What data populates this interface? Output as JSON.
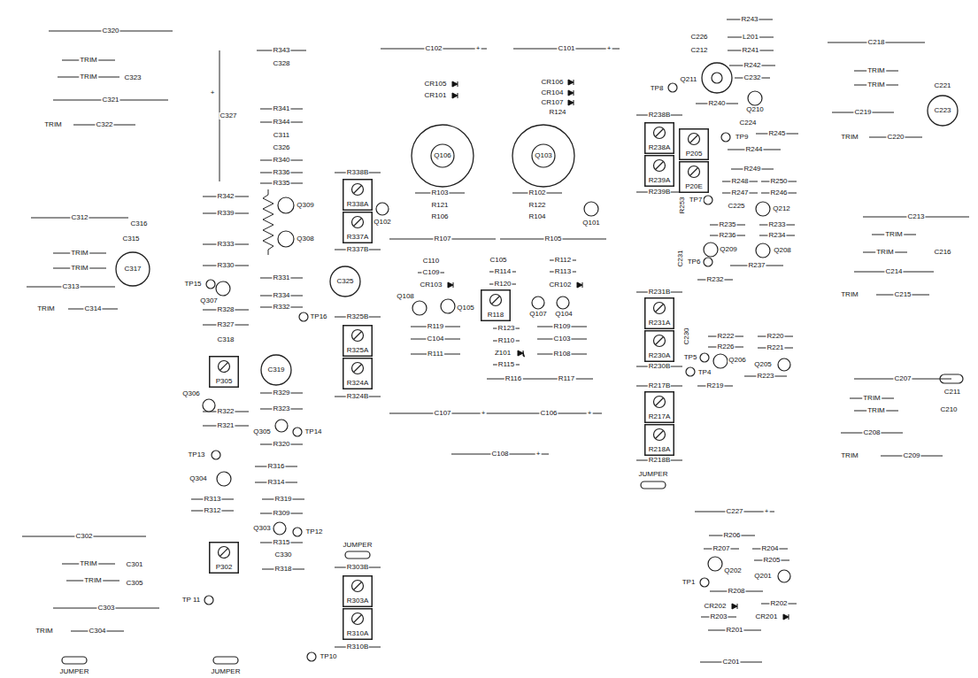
{
  "diagram": {
    "nodes": [
      {
        "text": [
          "Q106"
        ]
      },
      {
        "text": [
          "Q103"
        ]
      },
      {
        "text": [
          "C317"
        ]
      },
      {
        "text": [
          "C319"
        ]
      },
      {
        "text": [
          "C325"
        ]
      },
      {
        "text": [
          "C223"
        ]
      },
      {
        "text": [
          "P305"
        ]
      },
      {
        "text": [
          "P302"
        ]
      },
      {
        "text": [
          "R338A"
        ]
      },
      {
        "text": [
          "R337A"
        ]
      },
      {
        "text": [
          "R325A"
        ]
      },
      {
        "text": [
          "R324A"
        ]
      },
      {
        "text": [
          "R303A"
        ]
      },
      {
        "text": [
          "R310A"
        ]
      },
      {
        "text": [
          "R118"
        ]
      },
      {
        "text": [
          "R238A"
        ]
      },
      {
        "text": [
          "R239A"
        ]
      },
      {
        "text": [
          "P205"
        ]
      },
      {
        "text": [
          "P20E"
        ]
      },
      {
        "text": [
          "R231A"
        ]
      },
      {
        "text": [
          "R230A"
        ]
      },
      {
        "text": [
          "R217A"
        ]
      },
      {
        "text": [
          "R218A"
        ]
      }
    ],
    "labels": [
      "C320",
      "TRIM",
      "TRIM",
      "C323",
      "C321",
      "TRIM",
      "C322",
      "C312",
      "C316",
      "C315",
      "TRIM",
      "TRIM",
      "C313",
      "TRIM",
      "C314",
      "C302",
      "TRIM",
      "C301",
      "TRIM",
      "C305",
      "C303",
      "TRIM",
      "C304",
      "JUMPER",
      "R343",
      "C328",
      "+",
      "C327",
      "R341",
      "R344",
      "C311",
      "C326",
      "R340",
      "R336",
      "R335",
      "R342",
      "R339",
      "Q309",
      "Q308",
      "R333",
      "R330",
      "R331",
      "R334",
      "R332",
      "TP16",
      "TP15",
      "Q307",
      "R328",
      "R327",
      "C318",
      "Q306",
      "R329",
      "R322",
      "R323",
      "R321",
      "Q305",
      "TP14",
      "R320",
      "TP13",
      "R316",
      "Q304",
      "R314",
      "R313",
      "R319",
      "R312",
      "R309",
      "Q303",
      "TP12",
      "R315",
      "C330",
      "R318",
      "TP 11",
      "JUMPER",
      "R338B",
      "R337B",
      "R325B",
      "R324B",
      "JUMPER",
      "R303B",
      "R310B",
      "TP10",
      "C102",
      "+",
      "C101",
      "+",
      "CR105",
      "CR101",
      "CR106",
      "CR104",
      "CR107",
      "R124",
      "R103",
      "R121",
      "R106",
      "Q102",
      "R102",
      "R122",
      "R104",
      "Q101",
      "R107",
      "R105",
      "C110",
      "C109",
      "CR103",
      "Q108",
      "Q105",
      "C105",
      "R114",
      "R120",
      "R112",
      "R113",
      "CR102",
      "Q107",
      "Q104",
      "R119",
      "C104",
      "R111",
      "R123",
      "R110",
      "Z101",
      "R115",
      "R116",
      "R109",
      "C103",
      "R108",
      "R117",
      "C107",
      "+",
      "C106",
      "+",
      "C108",
      "+",
      "R238B",
      "R239B",
      "R231B",
      "R230B",
      "R217B",
      "R218B",
      "JUMPER",
      "R243",
      "C226",
      "L201",
      "C212",
      "R241",
      "Q211",
      "R242",
      "C232",
      "Q210",
      "TP8",
      "R240",
      "C224",
      "TP9",
      "R245",
      "R244",
      "R249",
      "R248",
      "R250",
      "R247",
      "R246",
      "R253",
      "TP7",
      "C225",
      "Q212",
      "R235",
      "R233",
      "R236",
      "R234",
      "Q209",
      "Q208",
      "C231",
      "TP6",
      "R237",
      "R232",
      "C230",
      "R222",
      "R226",
      "R220",
      "R221",
      "TP5",
      "Q206",
      "Q205",
      "TP4",
      "R223",
      "R219",
      "C227",
      "+",
      "R206",
      "R207",
      "R204",
      "R205",
      "Q202",
      "Q201",
      "TP1",
      "R208",
      "R202",
      "CR202",
      "R203",
      "CR201",
      "R201",
      "C201",
      "C218",
      "TRIM",
      "TRIM",
      "C221",
      "C219",
      "TRIM",
      "C220",
      "C213",
      "TRIM",
      "TRIM",
      "C216",
      "C214",
      "TRIM",
      "C215",
      "C207",
      "C211",
      "TRIM",
      "C210",
      "TRIM",
      "C208",
      "TRIM",
      "C209"
    ]
  }
}
